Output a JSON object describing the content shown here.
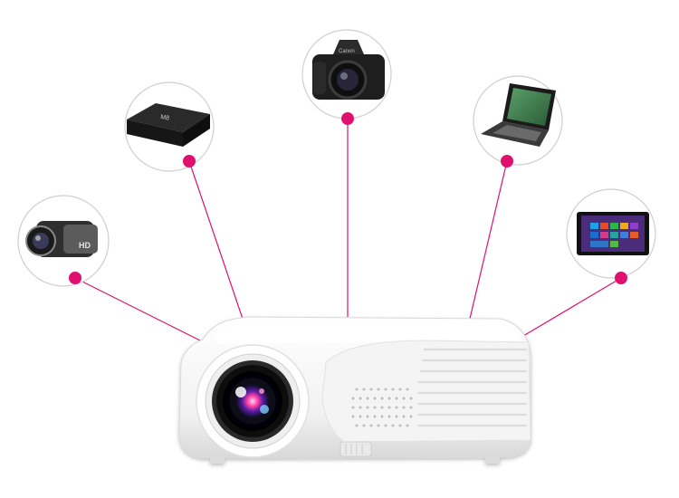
{
  "accent_color": "#e0106f",
  "devices": [
    {
      "icon": "camcorder-icon",
      "badge_text": "HD"
    },
    {
      "icon": "tv-box-icon",
      "badge_text": "M8"
    },
    {
      "icon": "dslr-camera-icon",
      "badge_text": "Canon"
    },
    {
      "icon": "laptop-icon",
      "badge_text": ""
    },
    {
      "icon": "tablet-icon",
      "badge_text": ""
    }
  ],
  "center_device": {
    "icon": "projector-icon"
  }
}
